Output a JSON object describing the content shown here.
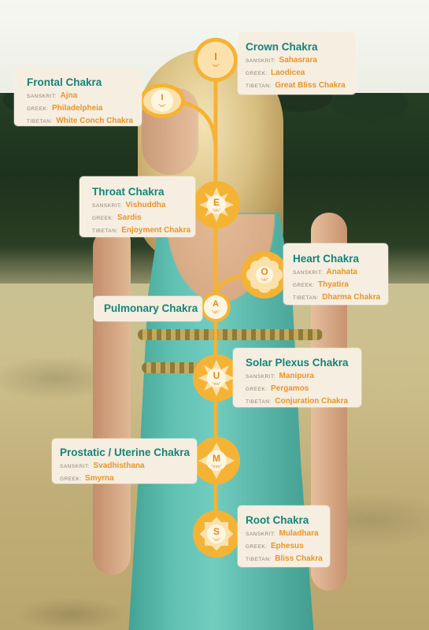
{
  "chakras": {
    "crown": {
      "title": "Crown Chakra",
      "letter": "I",
      "sound": "\"ee\"",
      "sanskrit_k": "SANSKRIT:",
      "sanskrit": "Sahasrara",
      "greek_k": "GREEK:",
      "greek": "Laodicea",
      "tibetan_k": "TIBETAN:",
      "tibetan": "Great Bliss Chakra"
    },
    "frontal": {
      "title": "Frontal Chakra",
      "letter": "I",
      "sound": "\"ee\"",
      "sanskrit_k": "SANSKRIT:",
      "sanskrit": "Ajna",
      "greek_k": "GREEK:",
      "greek": "Philadelpheia",
      "tibetan_k": "TIBETAN:",
      "tibetan": "White Conch Chakra"
    },
    "throat": {
      "title": "Throat Chakra",
      "letter": "E",
      "sound": "\"eh\"",
      "sanskrit_k": "SANSKRIT:",
      "sanskrit": "Vishuddha",
      "greek_k": "GREEK:",
      "greek": "Sardis",
      "tibetan_k": "TIBETAN:",
      "tibetan": "Enjoyment Chakra"
    },
    "heart": {
      "title": "Heart Chakra",
      "letter": "O",
      "sound": "\"oh\"",
      "sanskrit_k": "SANSKRIT:",
      "sanskrit": "Anahata",
      "greek_k": "GREEK:",
      "greek": "Thyatira",
      "tibetan_k": "TIBETAN:",
      "tibetan": "Dharma Chakra"
    },
    "pulmonary": {
      "title": "Pulmonary Chakra",
      "letter": "A",
      "sound": "\"ah\""
    },
    "solar": {
      "title": "Solar Plexus Chakra",
      "letter": "U",
      "sound": "\"ew\"",
      "sanskrit_k": "SANSKRIT:",
      "sanskrit": "Manipura",
      "greek_k": "GREEK:",
      "greek": "Pergamos",
      "tibetan_k": "TIBETAN:",
      "tibetan": "Conjuration Chakra"
    },
    "prostatic": {
      "title": "Prostatic / Uterine Chakra",
      "letter": "M",
      "sound": "\"mm\"",
      "sanskrit_k": "SANSKRIT:",
      "sanskrit": "Svadhisthana",
      "greek_k": "GREEK:",
      "greek": "Smyrna"
    },
    "root": {
      "title": "Root Chakra",
      "letter": "S",
      "sound": "\"ss\"",
      "sanskrit_k": "SANSKRIT:",
      "sanskrit": "Muladhara",
      "greek_k": "GREEK:",
      "greek": "Ephesus",
      "tibetan_k": "TIBETAN:",
      "tibetan": "Bliss Chakra"
    }
  },
  "colors": {
    "accent": "#F5B335",
    "title": "#15847A",
    "value": "#E6952A",
    "card": "#F6EEE0"
  }
}
